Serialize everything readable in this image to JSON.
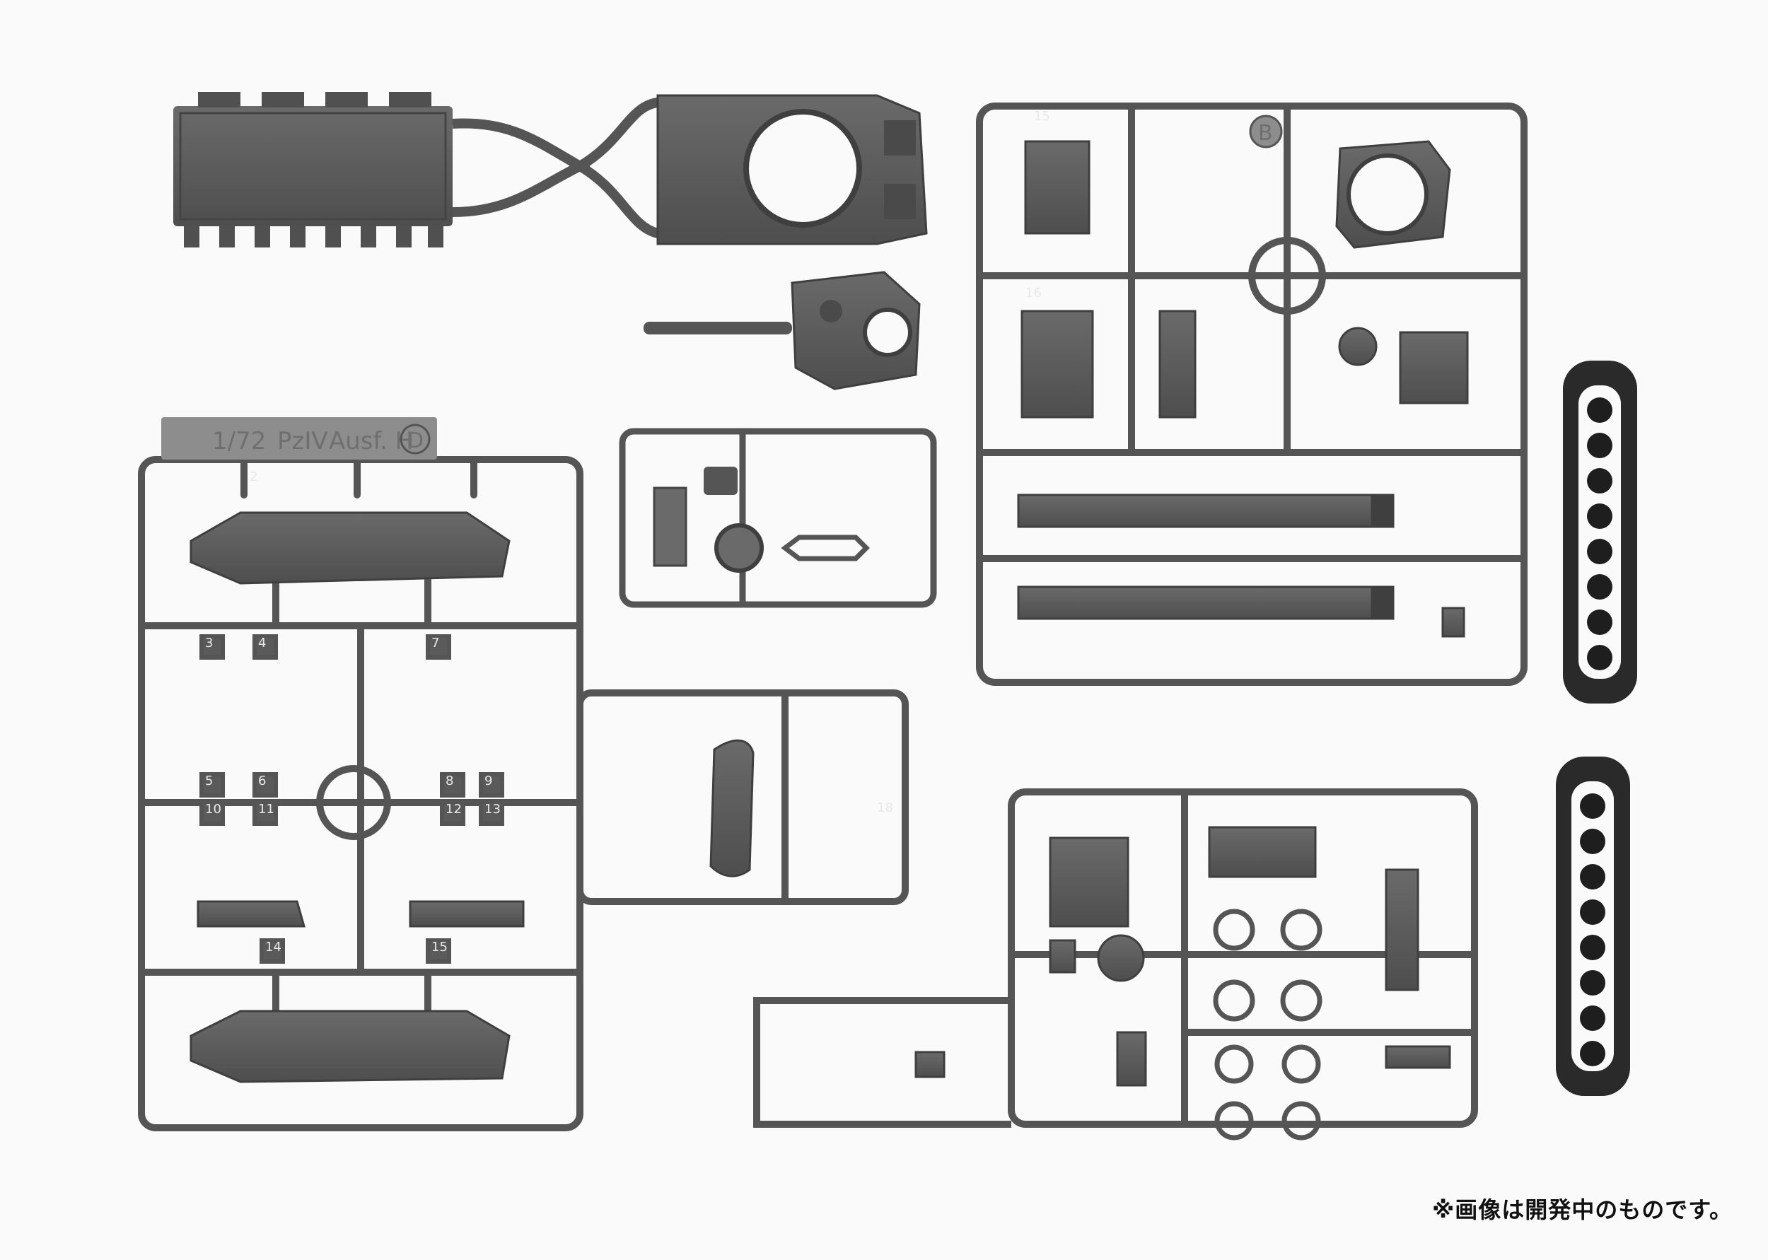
{
  "sprue_d_label": {
    "scale": "1/72",
    "model": "PzIV",
    "variant": "Ausf. H",
    "letter": "D"
  },
  "sprue_b_letter": "B",
  "notice": "※画像は開発中のものです。",
  "part_numbers_sprue_d": [
    "2",
    "3",
    "4",
    "7",
    "5",
    "6",
    "8",
    "9",
    "10",
    "11",
    "12",
    "13",
    "14",
    "15",
    "18"
  ],
  "part_numbers_sprue_b": [
    "15",
    "16"
  ],
  "colors": {
    "background": "#fafafa",
    "plastic": "#5b5b5b",
    "plastic_dark": "#3f3f3f",
    "track": "#2a2a2a",
    "tab": "#8a8a8a"
  }
}
